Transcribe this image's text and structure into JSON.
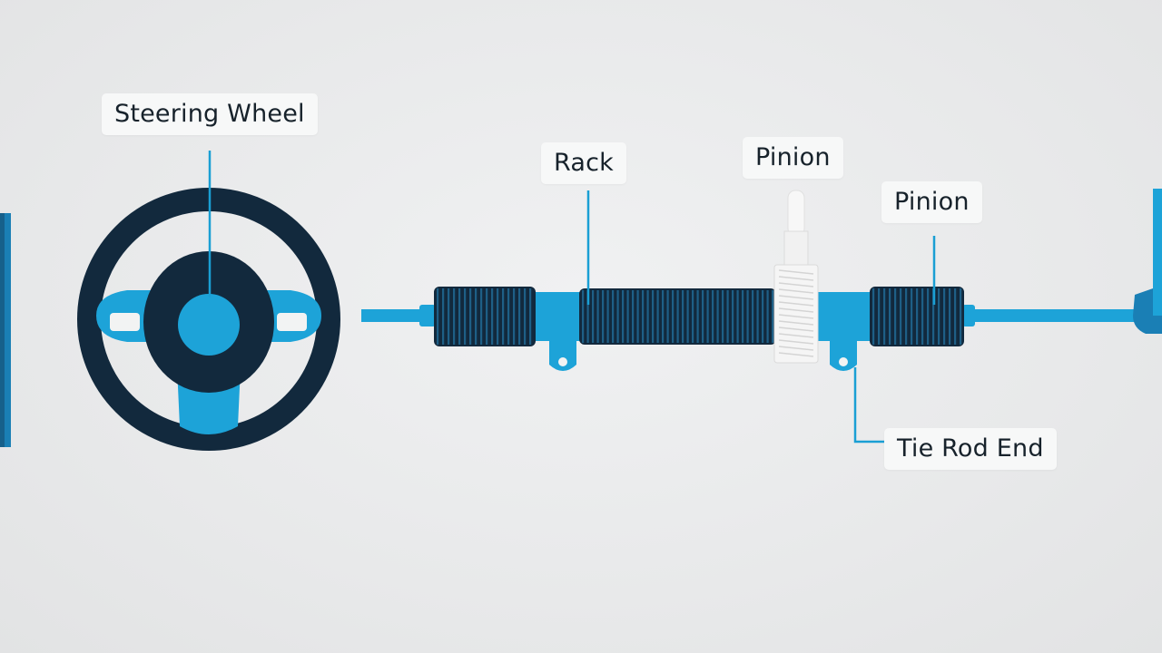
{
  "labels": {
    "steering_wheel": "Steering Wheel",
    "rack": "Rack",
    "pinion_top": "Pinion",
    "pinion_right": "Pinion",
    "tie_rod_end": "Tie Rod End"
  },
  "colors": {
    "background": "#e9eaeb",
    "dark_navy": "#12293d",
    "accent_blue": "#1da3d8",
    "leader_line": "#1a9fd4",
    "gear_white": "#f4f4f4"
  }
}
